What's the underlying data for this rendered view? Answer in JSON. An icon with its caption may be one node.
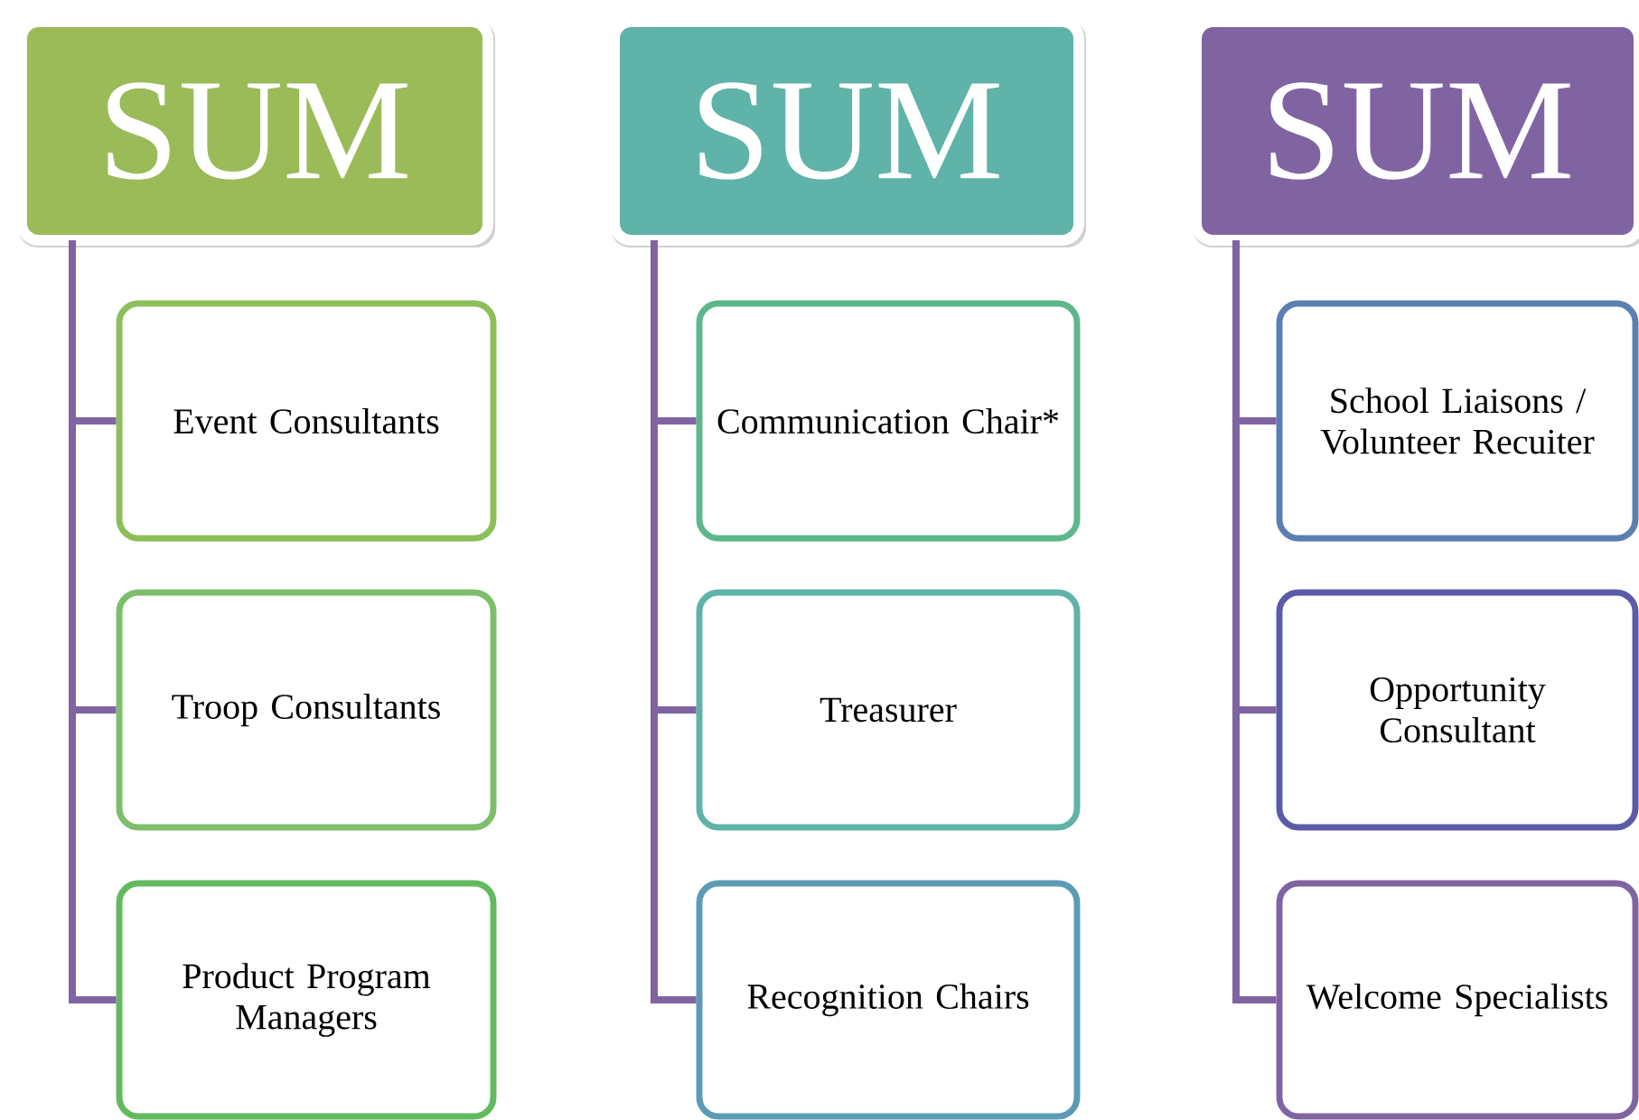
{
  "diagram": {
    "nodes": [
      {
        "text": [
          "SUM"
        ]
      },
      {
        "text": [
          "Event Consultants"
        ]
      },
      {
        "text": [
          "Troop Consultants"
        ]
      },
      {
        "text": [
          "Product Program Managers"
        ]
      },
      {
        "text": [
          "SUM"
        ]
      },
      {
        "text": [
          "Communication Chair*"
        ]
      },
      {
        "text": [
          "Treasurer"
        ]
      },
      {
        "text": [
          "Recognition Chairs"
        ]
      },
      {
        "text": [
          "SUM"
        ]
      },
      {
        "text": [
          "School Liaisons / Volunteer Recuiter"
        ]
      },
      {
        "text": [
          "Opportunity Consultant"
        ]
      },
      {
        "text": [
          "Welcome Specialists"
        ]
      }
    ],
    "edges": [
      {
        "from": 0,
        "to": 1,
        "arrow": "none"
      },
      {
        "from": 0,
        "to": 2,
        "arrow": "none"
      },
      {
        "from": 0,
        "to": 3,
        "arrow": "none"
      },
      {
        "from": 4,
        "to": 5,
        "arrow": "none"
      },
      {
        "from": 4,
        "to": 6,
        "arrow": "none"
      },
      {
        "from": 4,
        "to": 7,
        "arrow": "none"
      },
      {
        "from": 8,
        "to": 9,
        "arrow": "none"
      },
      {
        "from": 8,
        "to": 10,
        "arrow": "none"
      },
      {
        "from": 8,
        "to": 11,
        "arrow": "none"
      }
    ]
  }
}
